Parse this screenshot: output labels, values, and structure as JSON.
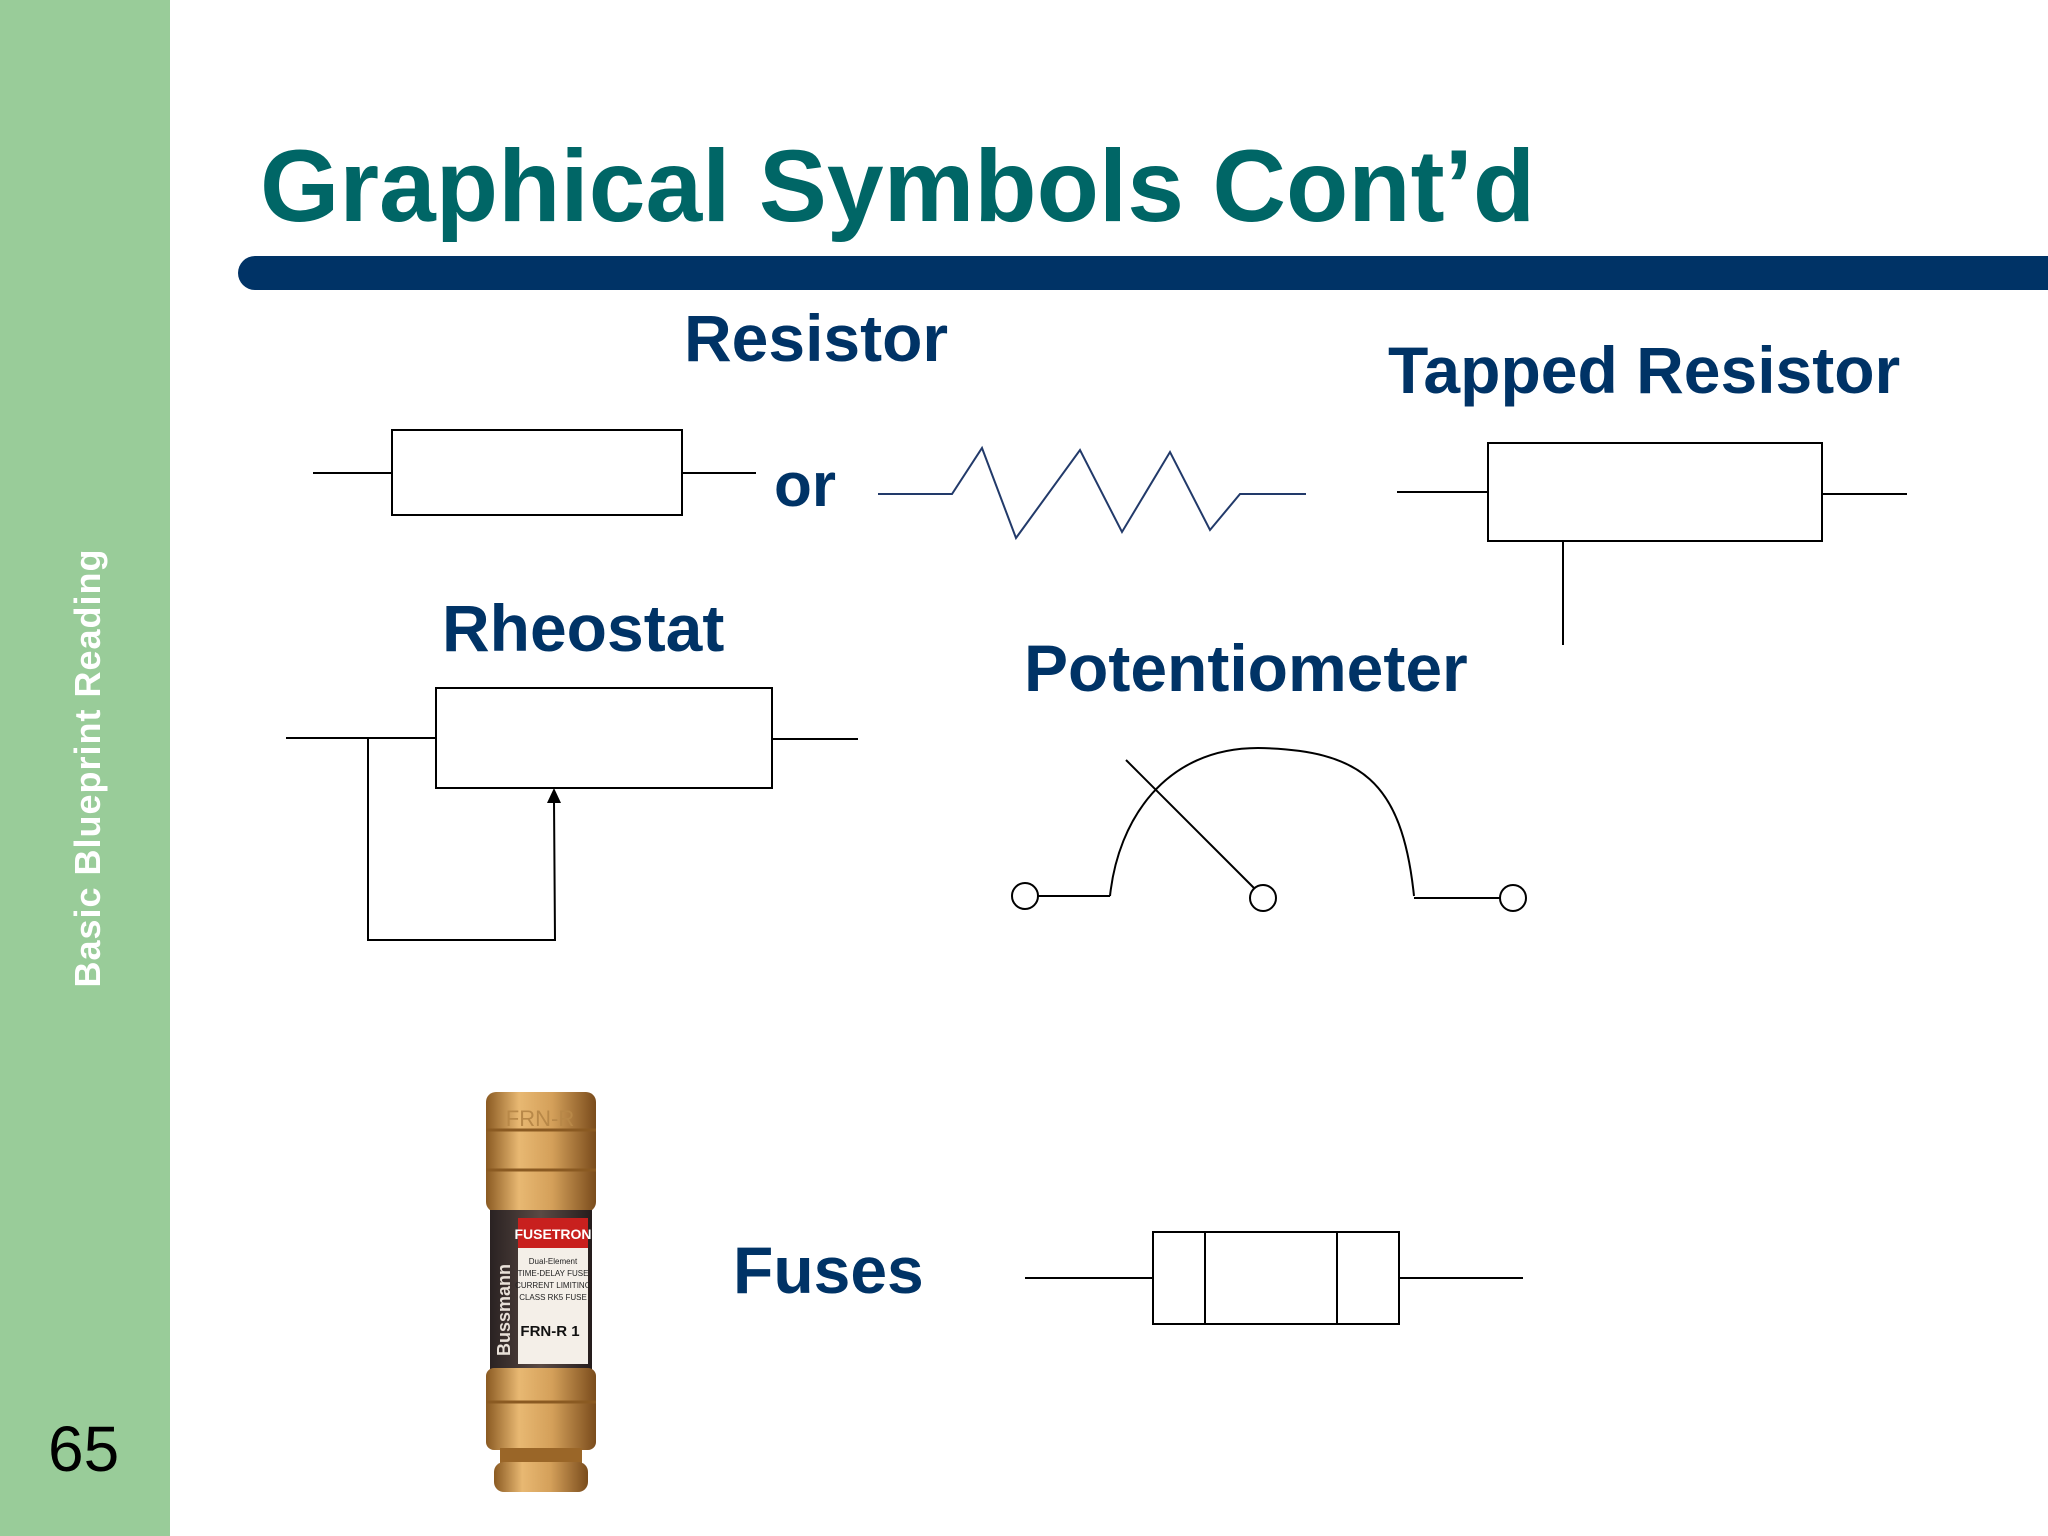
{
  "sidebar": {
    "vertical_title": "Basic Blueprint Reading",
    "page_number": "65",
    "color": "#99cc99"
  },
  "slide": {
    "title": "Graphical Symbols Cont’d",
    "title_color": "#006666",
    "rule_color": "#003366",
    "label_color": "#003366"
  },
  "symbols": {
    "resistor": {
      "label": "Resistor",
      "or": "or"
    },
    "tapped_resistor": {
      "label": "Tapped Resistor"
    },
    "rheostat": {
      "label": "Rheostat"
    },
    "potentiometer": {
      "label": "Potentiometer"
    },
    "fuses": {
      "label": "Fuses"
    }
  },
  "fuse_photo": {
    "brand": "Bussmann",
    "series": "FUSETRON",
    "lines": [
      "Dual-Element",
      "TIME-DELAY FUSE",
      "CURRENT LIMITING",
      "CLASS RK5 FUSE"
    ],
    "model": "FRN-R 1",
    "cap_text": "FRN-R",
    "label_red": "#c8201e",
    "brass": "#d4a05a"
  }
}
